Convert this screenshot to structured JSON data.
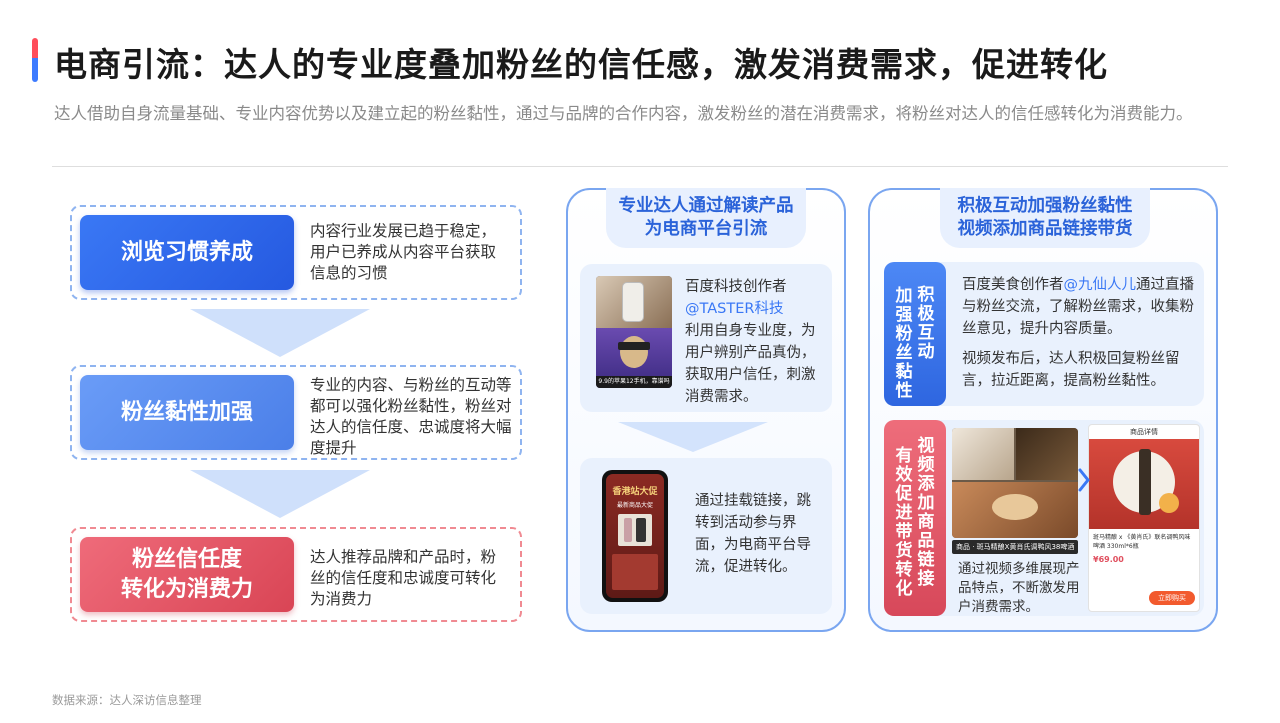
{
  "header": {
    "title": "电商引流：达人的专业度叠加粉丝的信任感，激发消费需求，促进转化",
    "subtitle": "达人借助自身流量基础、专业内容优势以及建立起的粉丝黏性，通过与品牌的合作内容，激发粉丝的潜在消费需求，将粉丝对达人的信任感转化为消费能力。"
  },
  "left_flow": {
    "steps": [
      {
        "label_lines": [
          "浏览习惯养成"
        ],
        "text": "内容行业发展已趋于稳定，用户已养成从内容平台获取信息的习惯"
      },
      {
        "label_lines": [
          "粉丝黏性加强"
        ],
        "text": "专业的内容、与粉丝的互动等都可以强化粉丝黏性，粉丝对达人的信任度、忠诚度将大幅度提升"
      },
      {
        "label_lines": [
          "粉丝信任度",
          "转化为消费力"
        ],
        "text": "达人推荐品牌和产品时，粉丝的信任度和忠诚度可转化为消费力"
      }
    ]
  },
  "panel_middle": {
    "head_lines": [
      "专业达人通过解读产品",
      "为电商平台引流"
    ],
    "card1": {
      "line1": "百度科技创作者",
      "mention": "@TASTER科技",
      "rest": "利用自身专业度，为用户辨别产品真伪，获取用户信任，刺激消费需求。",
      "thumb_caption": "9.9的苹果12手机，靠谱吗"
    },
    "card2": {
      "text": "通过挂载链接，跳转到活动参与界面，为电商平台导流，促进转化。",
      "phone_title": "香港站大促",
      "phone_sub": "最新商品大促"
    }
  },
  "panel_right": {
    "head_lines": [
      "积极互动加强粉丝黏性",
      "视频添加商品链接带货"
    ],
    "card1": {
      "v_label_cols": [
        "加强粉丝黏性",
        "积极互动"
      ],
      "p1_prefix": "百度美食创作者",
      "p1_mention": "@九仙人儿",
      "p1_rest": "通过直播与粉丝交流，了解粉丝需求，收集粉丝意见，提升内容质量。",
      "p2": "视频发布后，达人积极回复粉丝留言，拉近距离，提高粉丝黏性。"
    },
    "card2": {
      "v_label_cols": [
        "有效促进带货转化",
        "视频添加商品链接"
      ],
      "product_tag": "商品 · 斑马精酿X黄肖氏调鸭风38啤酒",
      "text": "通过视频多维展现产品特点，不断激发用户消费需求。",
      "detail_title": "商品详情",
      "detail_desc": "斑马精酿 x 《黄肖氏》联名调鸭风味啤酒 330ml*6瓶",
      "detail_price": "¥69.00",
      "detail_btn": "立即购买"
    }
  },
  "footer": "数据来源：达人深访信息整理",
  "colors": {
    "accent_blue": "#3a78f5",
    "accent_red": "#e0505f",
    "panel_border": "#7aa6f0",
    "card_bg": "#e9f1fd"
  }
}
